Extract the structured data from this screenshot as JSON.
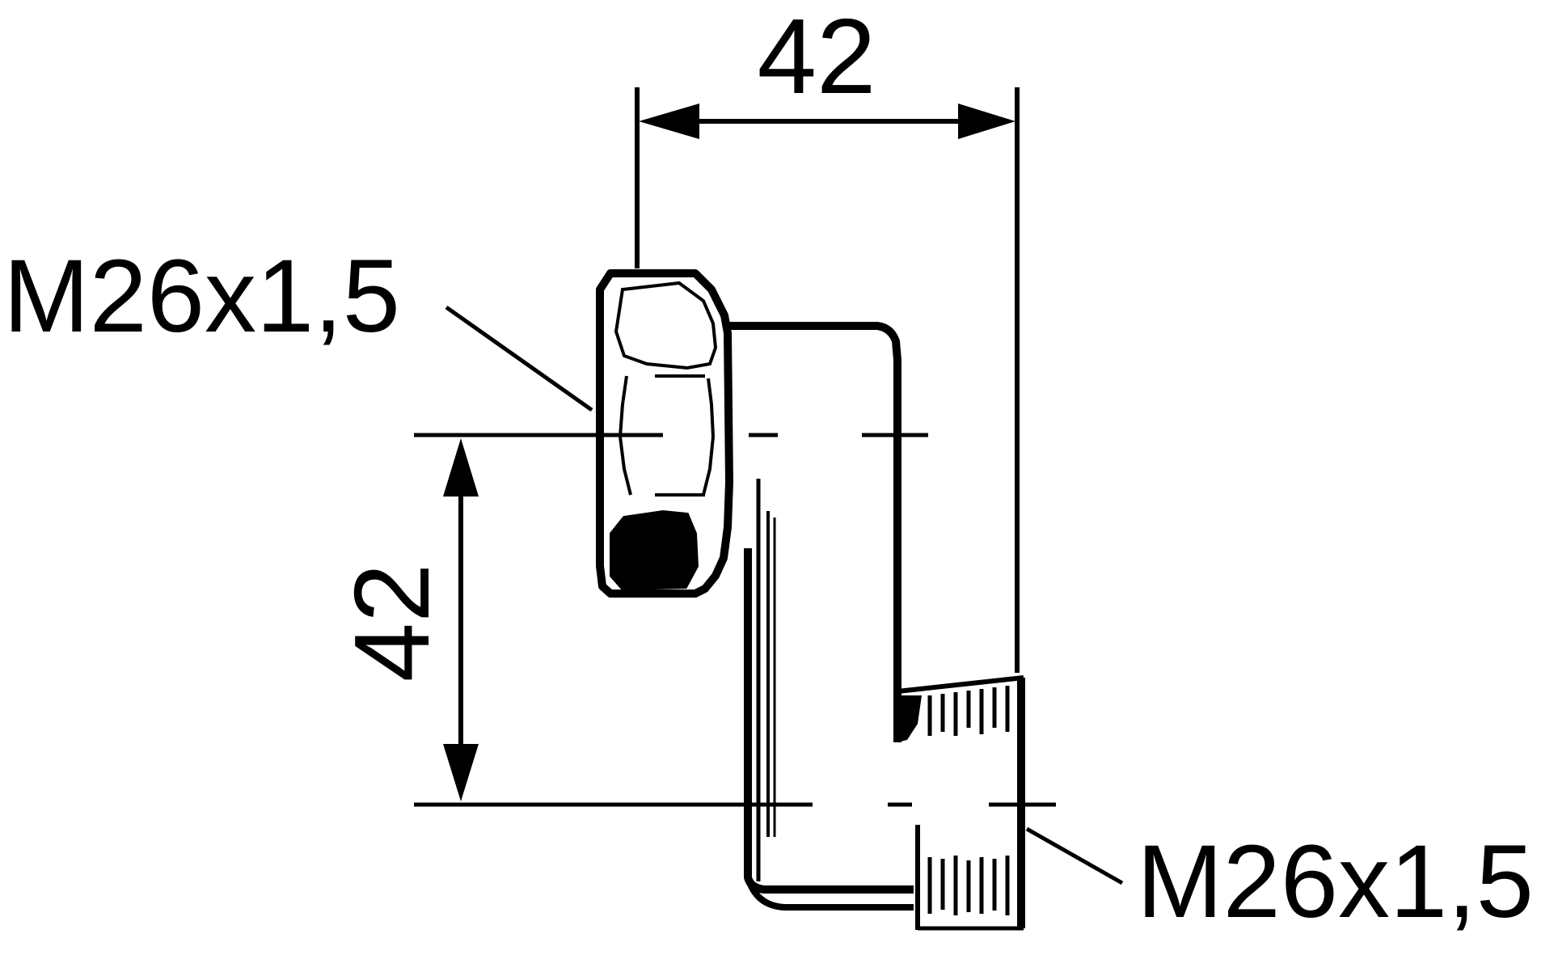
{
  "drawing": {
    "dimensions": {
      "horizontal": "42",
      "vertical": "42"
    },
    "threads": {
      "top": "M26x1,5",
      "bottom": "M26x1,5"
    },
    "line_color": "#000000",
    "background_color": "#ffffff"
  }
}
